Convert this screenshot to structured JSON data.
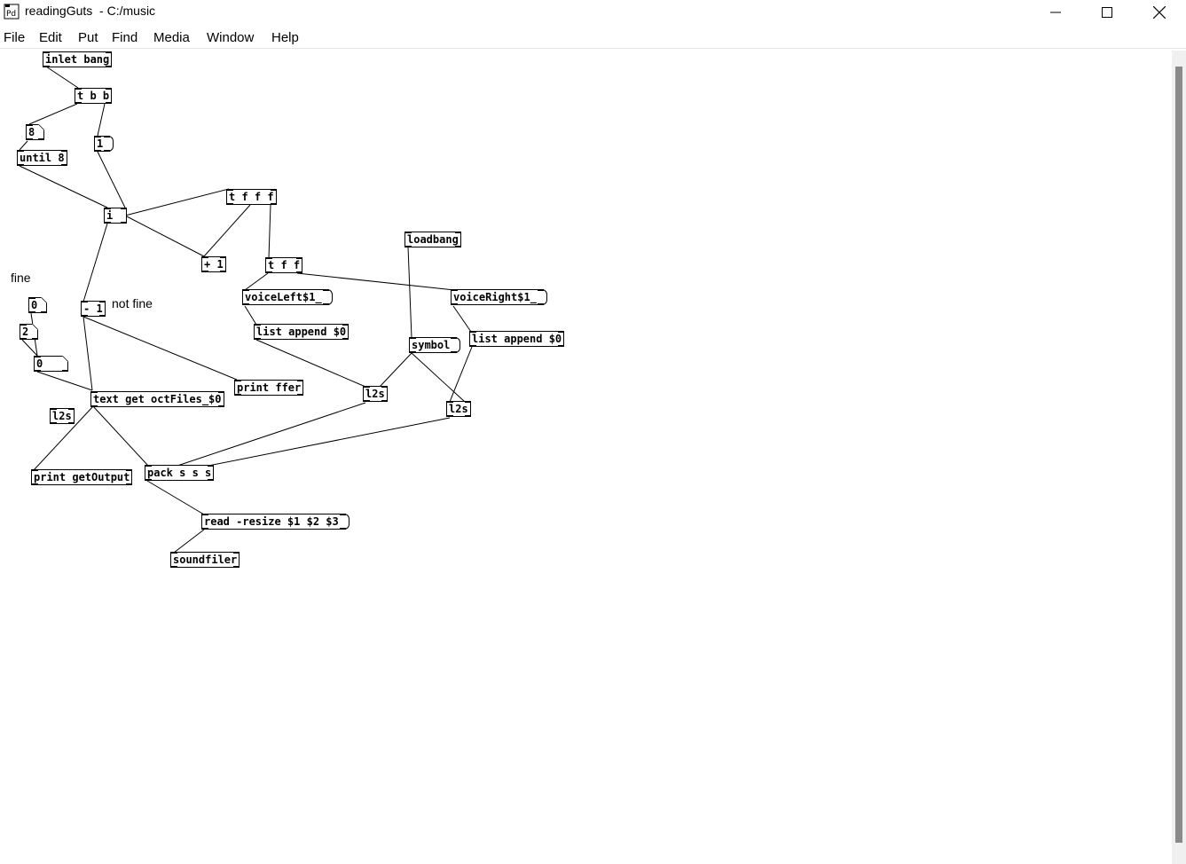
{
  "window": {
    "title": "readingGuts  - C:/music",
    "icon_label": "Pd",
    "buttons": [
      "minimize-icon",
      "maximize-icon",
      "close-icon"
    ]
  },
  "menu": [
    "File",
    "Edit",
    "Put",
    "Find",
    "Media",
    "Window",
    "Help"
  ],
  "boxes": {
    "inlet_bang": "inlet bang",
    "t_bbb": "t b b",
    "atom_8": "8",
    "msg_1": "1",
    "until_8": "until 8",
    "i": "i",
    "t_ffff": "t f f f",
    "plus_1": "+ 1",
    "minus_1": "- 1",
    "t_fff": "t f f",
    "loadbang": "loadbang",
    "voice_left": "voiceLeft$1_",
    "voice_right": "voiceRight$1_",
    "list_append_left": "list append $0",
    "list_append_right": "list append $0",
    "symbol": "symbol",
    "atom_0": "0",
    "atom_2": "2",
    "atom_0b": "0",
    "print_ffer": "print ffer",
    "text_get": "text get octFiles_$0",
    "l2s_small": "l2s",
    "l2s_mid": "l2s",
    "l2s_right": "l2s",
    "print_getoutput": "print getOutput",
    "pack": "pack s s s",
    "read_resize": "read -resize $1 $2 $3",
    "soundfiler": "soundfiler"
  },
  "comments": {
    "fine": "fine",
    "not_fine": "not fine"
  }
}
